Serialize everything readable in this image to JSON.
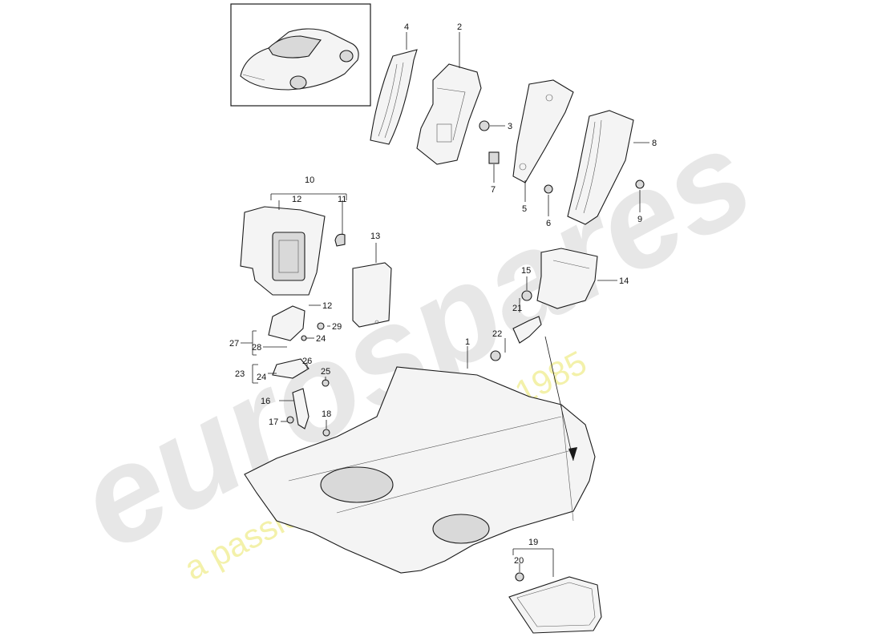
{
  "watermark": {
    "brand": "eurospares",
    "tagline": "a passion for parts since 1985",
    "brand_color": "#e3e3e3",
    "tagline_color": "#f2ef9c"
  },
  "callouts": {
    "c1": "1",
    "c2": "2",
    "c3": "3",
    "c4": "4",
    "c5": "5",
    "c6": "6",
    "c7": "7",
    "c8": "8",
    "c9": "9",
    "c10": "10",
    "c11": "11",
    "c12a": "12",
    "c12b": "12",
    "c13": "13",
    "c14": "14",
    "c15": "15",
    "c16": "16",
    "c17": "17",
    "c18": "18",
    "c19": "19",
    "c20": "20",
    "c21": "21",
    "c22": "22",
    "c23": "23",
    "c24a": "24",
    "c24b": "24",
    "c25": "25",
    "c26": "26",
    "c27": "27",
    "c28": "28",
    "c29": "29"
  }
}
